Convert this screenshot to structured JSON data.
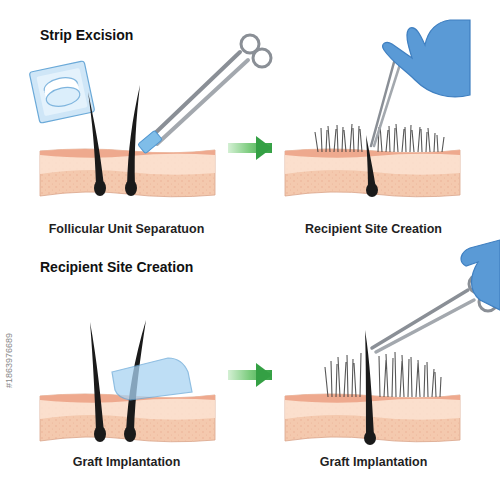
{
  "diagram": {
    "nodes": [
      {
        "text": [
          "Follicular Unit Separatuon"
        ]
      },
      {
        "text": [
          "Recipient Site Creation"
        ]
      },
      {
        "text": [
          "Graft Implantation"
        ]
      },
      {
        "text": [
          "Graft Implantation"
        ]
      }
    ],
    "edges": [
      {
        "from": 0,
        "to": 1,
        "arrow": "to"
      },
      {
        "from": 2,
        "to": 3,
        "arrow": "to"
      }
    ],
    "labels": [
      "Strip Excision",
      "Recipient Site Creation",
      "#1863976689"
    ]
  }
}
